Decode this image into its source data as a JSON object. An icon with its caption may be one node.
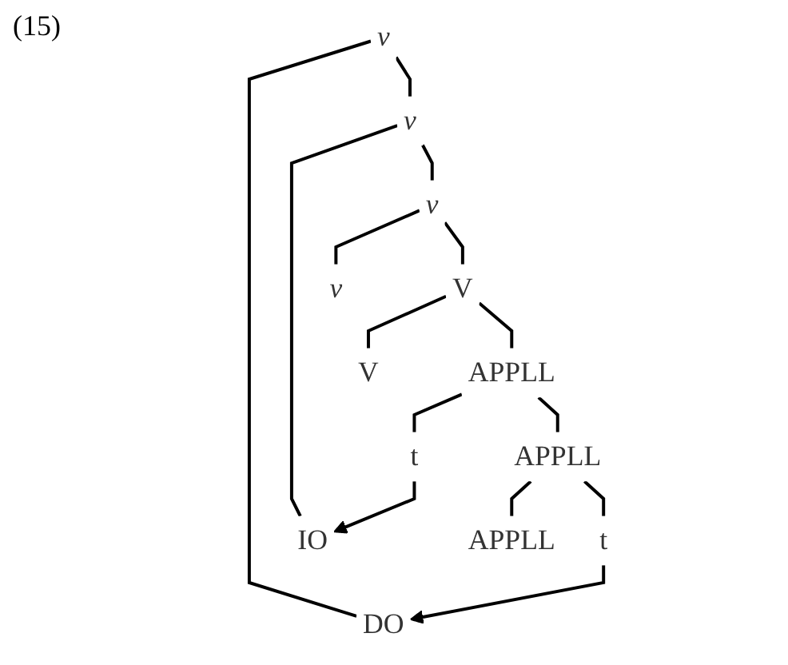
{
  "diagram": {
    "nodes": [
      {
        "text": [
          "v"
        ]
      },
      {
        "text": [
          "DO"
        ]
      },
      {
        "text": [
          "v"
        ]
      },
      {
        "text": [
          "IO"
        ]
      },
      {
        "text": [
          "v"
        ]
      },
      {
        "text": [
          "v"
        ]
      },
      {
        "text": [
          "V"
        ]
      },
      {
        "text": [
          "V"
        ]
      },
      {
        "text": [
          "APPLL"
        ]
      },
      {
        "text": [
          "t"
        ]
      },
      {
        "text": [
          "APPLL"
        ]
      },
      {
        "text": [
          "APPLL"
        ]
      },
      {
        "text": [
          "t"
        ]
      }
    ],
    "edges": [
      {
        "from": 0,
        "to": 1,
        "arrow": "none"
      },
      {
        "from": 0,
        "to": 2,
        "arrow": "none"
      },
      {
        "from": 2,
        "to": 3,
        "arrow": "none"
      },
      {
        "from": 2,
        "to": 4,
        "arrow": "none"
      },
      {
        "from": 4,
        "to": 5,
        "arrow": "none"
      },
      {
        "from": 4,
        "to": 6,
        "arrow": "none"
      },
      {
        "from": 6,
        "to": 7,
        "arrow": "none"
      },
      {
        "from": 6,
        "to": 8,
        "arrow": "none"
      },
      {
        "from": 8,
        "to": 9,
        "arrow": "none"
      },
      {
        "from": 8,
        "to": 10,
        "arrow": "none"
      },
      {
        "from": 10,
        "to": 11,
        "arrow": "none"
      },
      {
        "from": 10,
        "to": 12,
        "arrow": "none"
      },
      {
        "from": 9,
        "to": 3,
        "arrow": "to"
      },
      {
        "from": 12,
        "to": 1,
        "arrow": "to"
      }
    ],
    "labels": [
      "(15)"
    ]
  }
}
